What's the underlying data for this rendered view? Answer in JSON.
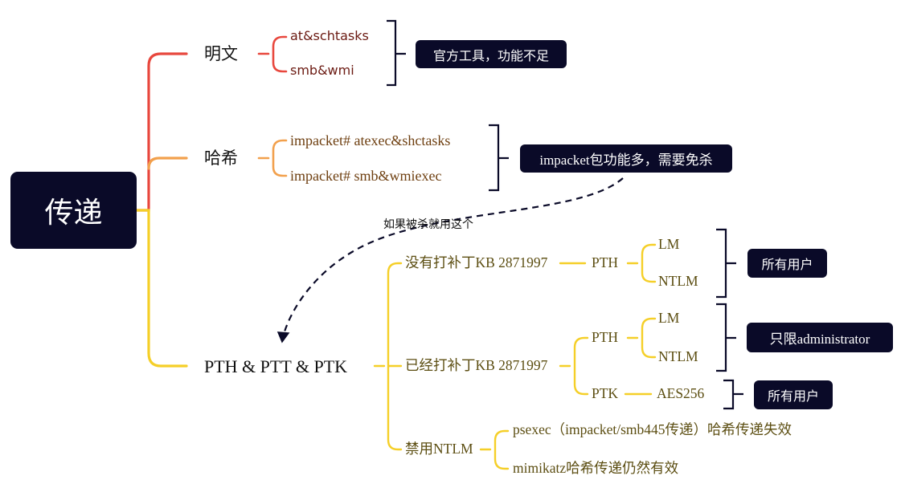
{
  "root": {
    "label": "传递"
  },
  "branches": {
    "plaintext": {
      "label": "明文",
      "items": [
        "at&schtasks",
        "smb&wmi"
      ],
      "note": "官方工具，功能不足"
    },
    "hash": {
      "label": "哈希",
      "items": [
        "impacket# atexec&shctasks",
        "impacket# smb&wmiexec"
      ],
      "note": "impacket包功能多，需要免杀"
    },
    "pth": {
      "label": "PTH & PTT & PTK",
      "unpatched": {
        "label": "没有打补丁KB 2871997",
        "method": "PTH",
        "leaves": [
          "LM",
          "NTLM"
        ],
        "note": "所有用户"
      },
      "patched": {
        "label": "已经打补丁KB 2871997",
        "pth": {
          "label": "PTH",
          "leaves": [
            "LM",
            "NTLM"
          ],
          "note": "只限administrator"
        },
        "ptk": {
          "label": "PTK",
          "leaf": "AES256",
          "note": "所有用户"
        }
      },
      "disabled": {
        "label": "禁用NTLM",
        "items": [
          "psexec（impacket/smb445传递）哈希传递失效",
          "mimikatz哈希传递仍然有效"
        ]
      }
    }
  },
  "edge_label": "如果被杀就用这个",
  "colors": {
    "red": "#e8473d",
    "orange": "#f2a04c",
    "yellow": "#f5cf28",
    "navy": "#0a0a28"
  }
}
